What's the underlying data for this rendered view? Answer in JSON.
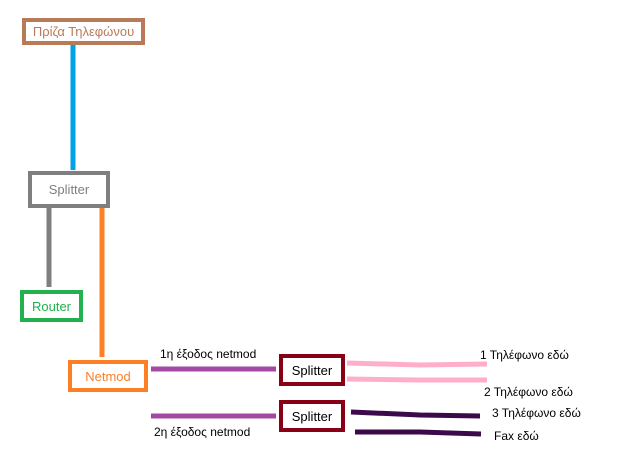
{
  "nodes": {
    "wall_socket": {
      "label": "Πρίζα Τηλεφώνου",
      "color": "#b97a57"
    },
    "splitter_main": {
      "label": "Splitter",
      "color": "#7f7f7f"
    },
    "router": {
      "label": "Router",
      "color": "#22b14c"
    },
    "netmod": {
      "label": "Netmod",
      "color": "#ff7f27"
    },
    "splitter_1": {
      "label": "Splitter",
      "color": "#880015"
    },
    "splitter_2": {
      "label": "Splitter",
      "color": "#880015"
    }
  },
  "labels": {
    "output_1": "1η έξοδος netmod",
    "output_2": "2η έξοδος netmod",
    "phone_1": "1 Τηλέφωνο εδώ",
    "phone_2": "2 Τηλέφωνο εδώ",
    "phone_3": "3 Τηλέφωνο εδώ",
    "fax": "Fax εδώ"
  },
  "line_colors": {
    "socket_to_splitter": "#00a2e8",
    "splitter_to_router": "#7f7f7f",
    "splitter_to_netmod": "#ff7f27",
    "netmod_outputs": "#a349a4",
    "phone_lines_1": "#ffaec9",
    "phone_lines_2": "#3c0a4a"
  }
}
